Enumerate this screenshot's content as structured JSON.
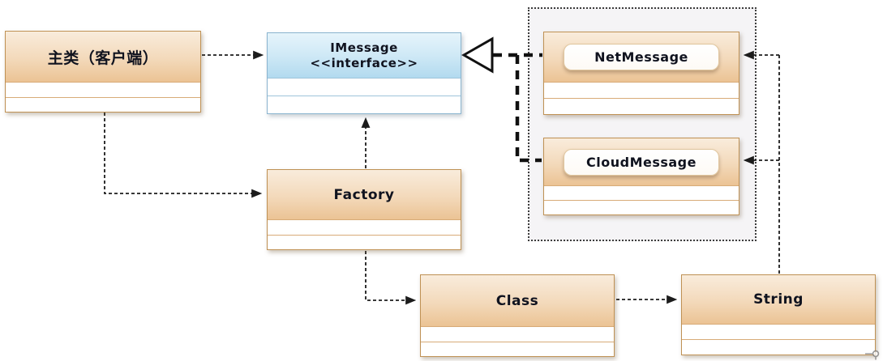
{
  "nodes": {
    "main_class": {
      "label": "主类（客户端）"
    },
    "imessage": {
      "name": "IMessage",
      "stereotype": "<<interface>>"
    },
    "factory": {
      "label": "Factory"
    },
    "net_message": {
      "label": "NetMessage"
    },
    "cloud_message": {
      "label": "CloudMessage"
    },
    "class_box": {
      "label": "Class"
    },
    "string_box": {
      "label": "String"
    }
  },
  "relationships": [
    {
      "from": "main_class",
      "to": "imessage",
      "type": "dashed-dependency"
    },
    {
      "from": "main_class",
      "to": "factory",
      "type": "dashed-dependency"
    },
    {
      "from": "factory",
      "to": "imessage",
      "type": "dashed-dependency"
    },
    {
      "from": "net_message",
      "to": "imessage",
      "type": "realization"
    },
    {
      "from": "cloud_message",
      "to": "imessage",
      "type": "realization"
    },
    {
      "from": "factory",
      "to": "class_box",
      "type": "dashed-dependency"
    },
    {
      "from": "class_box",
      "to": "string_box",
      "type": "dashed-dependency"
    },
    {
      "from": "string_box",
      "to": "net_message",
      "type": "dashed-dependency"
    },
    {
      "from": "string_box",
      "to": "cloud_message",
      "type": "dashed-dependency"
    }
  ],
  "colors": {
    "tan_header_top": "#f9ecdc",
    "tan_header_bottom": "#ebc394",
    "tan_border": "#bf9154",
    "blue_header_top": "#e6f4fb",
    "blue_header_bottom": "#b2daef",
    "blue_border": "#8ab4cf",
    "group_fill": "#f5f4f6",
    "line_color": "#1c1c1c"
  }
}
